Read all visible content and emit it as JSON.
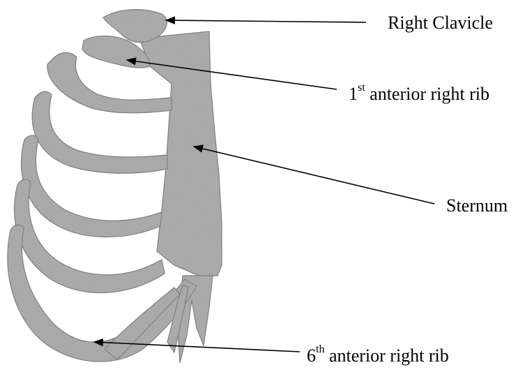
{
  "labels": {
    "clavicle": {
      "text": "Right Clavicle"
    },
    "rib1": {
      "num": "1",
      "sup": "st",
      "text": " anterior right rib"
    },
    "sternum": {
      "text": "Sternum"
    },
    "rib6": {
      "num": "6",
      "sup": "th",
      "text": " anterior right rib"
    }
  },
  "colors": {
    "bone": "#b9b9b9",
    "bone_dark": "#8c8c8c",
    "line": "#000000"
  }
}
